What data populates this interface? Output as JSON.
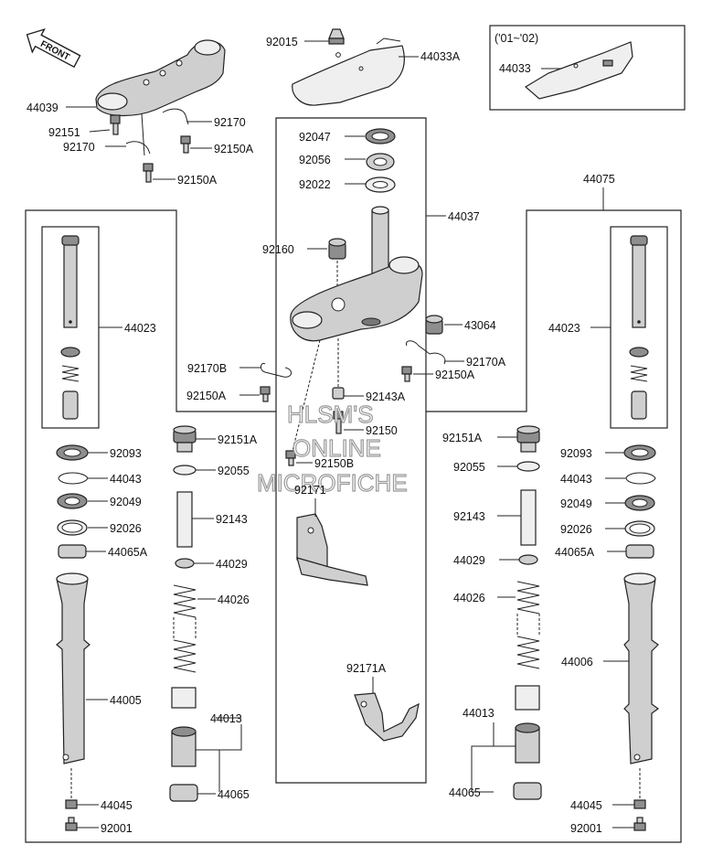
{
  "diagram": {
    "front_badge": "FRONT",
    "inset_note": "('01~'02)",
    "watermark": [
      "HLSM'S",
      "ONLINE",
      "MICROFICHE"
    ],
    "labels": {
      "p92015": "92015",
      "p44033A": "44033A",
      "p44033": "44033",
      "p44039": "44039",
      "p92151": "92151",
      "p92170_top": "92170",
      "p92170_left": "92170",
      "p92150A_1": "92150A",
      "p92150A_2": "92150A",
      "p92047": "92047",
      "p92056": "92056",
      "p92022": "92022",
      "p44037": "44037",
      "p44075": "44075",
      "p92160": "92160",
      "p43064": "43064",
      "p92170B": "92170B",
      "p92170A": "92170A",
      "p92150A_3": "92150A",
      "p92150A_4": "92150A",
      "p92143A": "92143A",
      "p92150": "92150",
      "p92150B": "92150B",
      "p92171": "92171",
      "p92171A": "92171A",
      "p44023_L": "44023",
      "p44023_R": "44023",
      "p92151A_L": "92151A",
      "p92151A_R": "92151A",
      "p92055_L": "92055",
      "p92055_R": "92055",
      "p92093_L": "92093",
      "p92093_R": "92093",
      "p44043_L": "44043",
      "p44043_R": "44043",
      "p92049_L": "92049",
      "p92049_R": "92049",
      "p92026_L": "92026",
      "p92026_R": "92026",
      "p44065A_L": "44065A",
      "p44065A_R": "44065A",
      "p92143_L": "92143",
      "p92143_R": "92143",
      "p44029_L": "44029",
      "p44029_R": "44029",
      "p44026_L": "44026",
      "p44026_R": "44026",
      "p44005": "44005",
      "p44006": "44006",
      "p44013_L": "44013",
      "p44013_R": "44013",
      "p44065_L": "44065",
      "p44065_R": "44065",
      "p44045_L": "44045",
      "p44045_R": "44045",
      "p92001_L": "92001",
      "p92001_R": "92001"
    }
  }
}
